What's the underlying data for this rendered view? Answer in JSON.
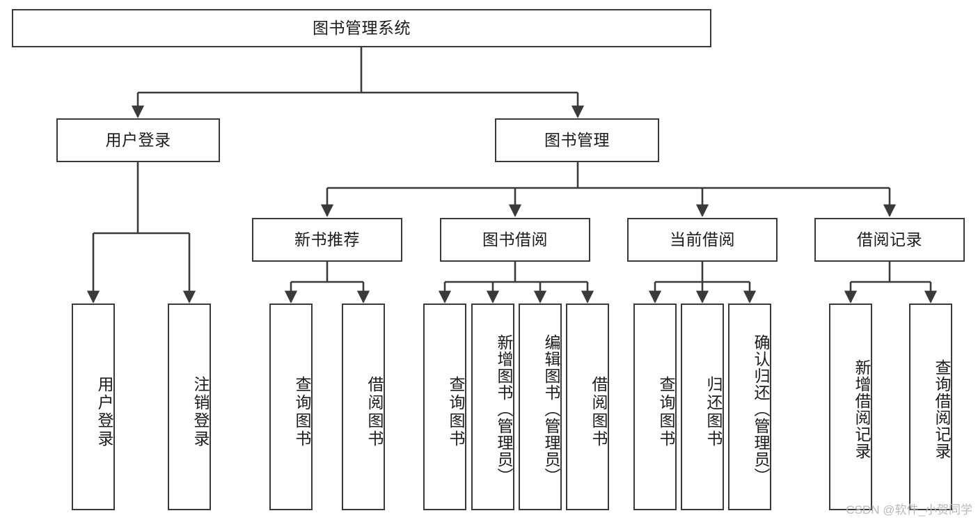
{
  "diagram": {
    "title": "图书管理系统",
    "type": "tree-hierarchy-chart",
    "root": {
      "label": "图书管理系统"
    },
    "level2": [
      {
        "label": "用户登录"
      },
      {
        "label": "图书管理"
      }
    ],
    "level3": [
      {
        "label": "新书推荐"
      },
      {
        "label": "图书借阅"
      },
      {
        "label": "当前借阅"
      },
      {
        "label": "借阅记录"
      }
    ],
    "leaves": {
      "user_login": [
        "用户登录",
        "注销登录"
      ],
      "new_book_recommend": [
        "查询图书",
        "借阅图书"
      ],
      "book_borrow": [
        "查询图书",
        "新增图书（管理员）",
        "编辑图书（管理员）",
        "借阅图书"
      ],
      "current_borrow": [
        "查询图书",
        "归还图书",
        "确认归还（管理员）"
      ],
      "borrow_record": [
        "新增借阅记录",
        "查询借阅记录"
      ]
    }
  },
  "watermark": {
    "text": "CSDN @软件_小贺同学"
  },
  "colors": {
    "stroke": "#3a3a3a",
    "box_fill": "#ffffff",
    "text": "#1b1b1b",
    "watermark": "#b9b9b9",
    "background": "#ffffff"
  }
}
